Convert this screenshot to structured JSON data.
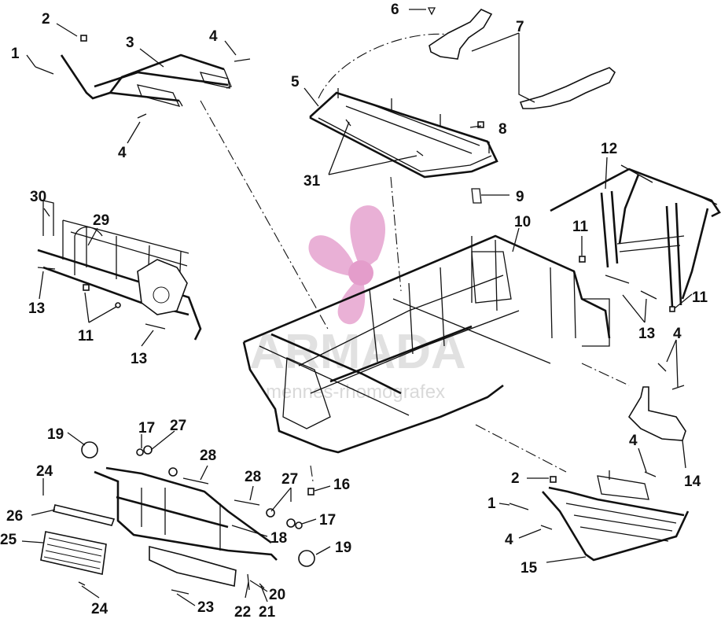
{
  "watermark": {
    "brand": "ARMADA",
    "tagline": "mennes-rhomografex",
    "logo_color": "#e6a3cf",
    "logo_center_color": "#e08cc3"
  },
  "callouts": [
    {
      "id": "c2a",
      "text": "2"
    },
    {
      "id": "c1a",
      "text": "1"
    },
    {
      "id": "c3",
      "text": "3"
    },
    {
      "id": "c4a",
      "text": "4"
    },
    {
      "id": "c4b",
      "text": "4"
    },
    {
      "id": "c6",
      "text": "6"
    },
    {
      "id": "c7",
      "text": "7"
    },
    {
      "id": "c5",
      "text": "5"
    },
    {
      "id": "c8",
      "text": "8"
    },
    {
      "id": "c31",
      "text": "31"
    },
    {
      "id": "c9",
      "text": "9"
    },
    {
      "id": "c12",
      "text": "12"
    },
    {
      "id": "c30",
      "text": "30"
    },
    {
      "id": "c29",
      "text": "29"
    },
    {
      "id": "c10",
      "text": "10"
    },
    {
      "id": "c11a",
      "text": "11"
    },
    {
      "id": "c11b",
      "text": "11"
    },
    {
      "id": "c11c",
      "text": "11"
    },
    {
      "id": "c13a",
      "text": "13"
    },
    {
      "id": "c13b",
      "text": "13"
    },
    {
      "id": "c13c",
      "text": "13"
    },
    {
      "id": "c4c",
      "text": "4"
    },
    {
      "id": "c19a",
      "text": "19"
    },
    {
      "id": "c17a",
      "text": "17"
    },
    {
      "id": "c27a",
      "text": "27"
    },
    {
      "id": "c28a",
      "text": "28"
    },
    {
      "id": "c24a",
      "text": "24"
    },
    {
      "id": "c26",
      "text": "26"
    },
    {
      "id": "c25",
      "text": "25"
    },
    {
      "id": "c28b",
      "text": "28"
    },
    {
      "id": "c27b",
      "text": "27"
    },
    {
      "id": "c16",
      "text": "16"
    },
    {
      "id": "c17b",
      "text": "17"
    },
    {
      "id": "c18",
      "text": "18"
    },
    {
      "id": "c19b",
      "text": "19"
    },
    {
      "id": "c20",
      "text": "20"
    },
    {
      "id": "c23",
      "text": "23"
    },
    {
      "id": "c22",
      "text": "22"
    },
    {
      "id": "c21",
      "text": "21"
    },
    {
      "id": "c24b",
      "text": "24"
    },
    {
      "id": "c4d",
      "text": "4"
    },
    {
      "id": "c14",
      "text": "14"
    },
    {
      "id": "c2b",
      "text": "2"
    },
    {
      "id": "c1b",
      "text": "1"
    },
    {
      "id": "c4e",
      "text": "4"
    },
    {
      "id": "c15",
      "text": "15"
    }
  ]
}
